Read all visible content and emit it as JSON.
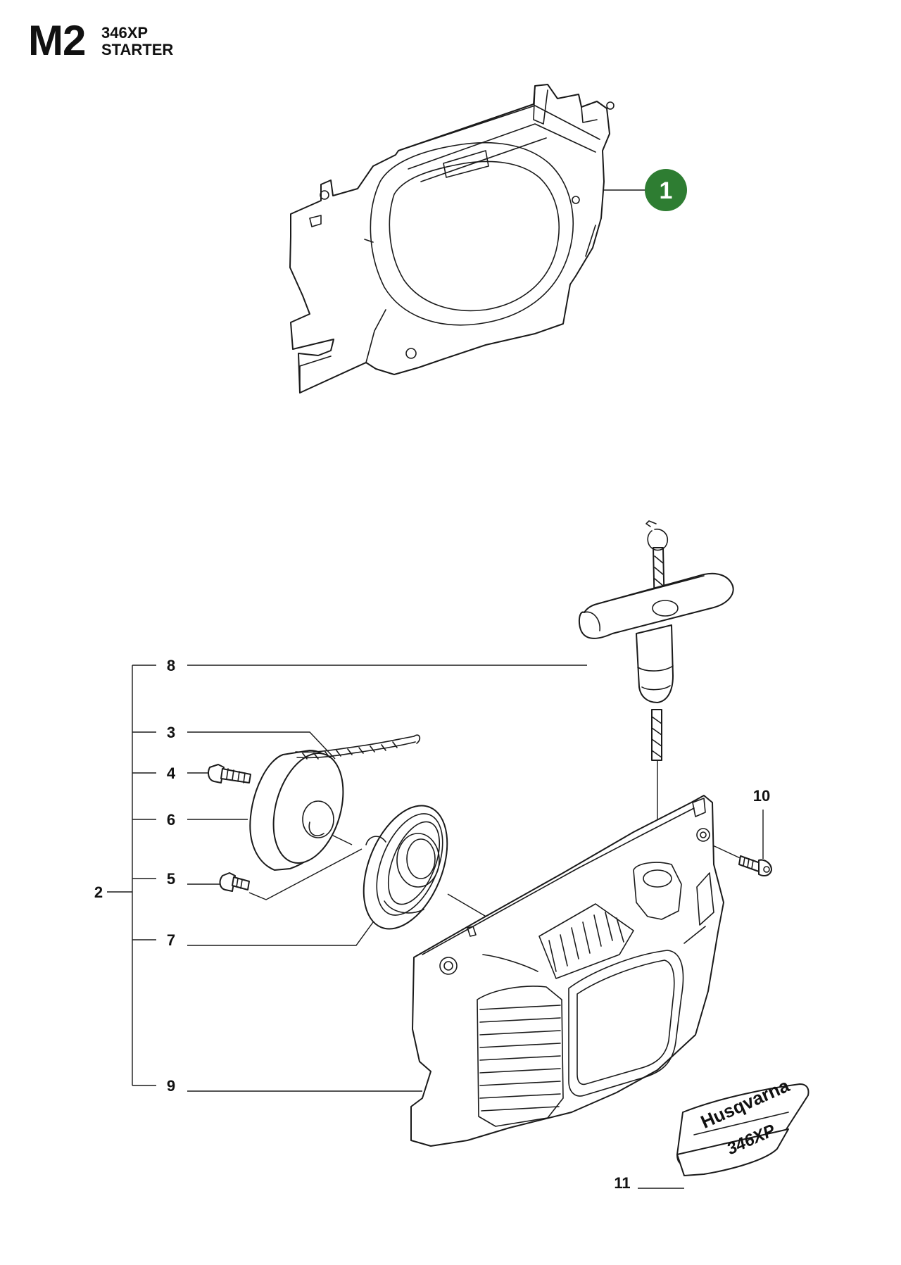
{
  "header": {
    "code": "M2",
    "model": "346XP",
    "section": "STARTER"
  },
  "colors": {
    "callout_badge": "#2e7d32",
    "line": "#1a1a1a"
  },
  "callouts": {
    "badge_1": "1",
    "c2": "2",
    "c3": "3",
    "c4": "4",
    "c5": "5",
    "c6": "6",
    "c7": "7",
    "c8": "8",
    "c9": "9",
    "c10": "10",
    "c11": "11"
  },
  "decal": {
    "brand": "Husqvarna",
    "model": "346XP"
  }
}
